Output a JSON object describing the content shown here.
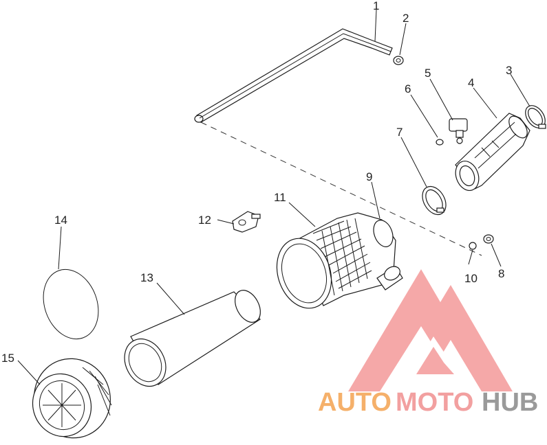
{
  "diagram": {
    "callouts": [
      "1",
      "2",
      "3",
      "4",
      "5",
      "6",
      "7",
      "8",
      "9",
      "10",
      "11",
      "12",
      "13",
      "14",
      "15"
    ]
  },
  "watermark": {
    "part1": "AUTO",
    "part2": "MOTO",
    "part3": "HUB",
    "colors": {
      "auto": "#f5b06a",
      "moto": "#f2a0a0",
      "hub": "#9a9a9a",
      "logo": "#f08a8a"
    }
  }
}
